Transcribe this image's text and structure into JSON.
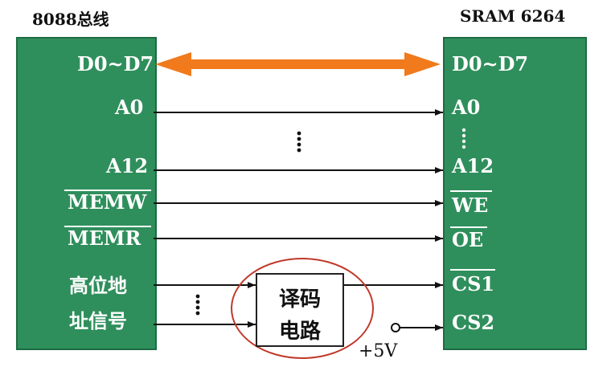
{
  "left": {
    "title": "8088总线",
    "signals": [
      "D0~D7",
      "A0",
      "A12",
      "MEMW",
      "MEMR",
      "高位地",
      "址信号"
    ]
  },
  "right": {
    "title": "SRAM 6264",
    "signals": [
      "D0~D7",
      "A0",
      "A12",
      "WE",
      "OE",
      "CS1",
      "CS2"
    ]
  },
  "decoder": {
    "line1": "译码",
    "line2": "电路"
  },
  "power": "+5V",
  "colors": {
    "box_fill": "#2f8f5c",
    "bus_arrow": "#f07a1c",
    "highlight_ellipse": "#c0392b",
    "line": "#111111"
  }
}
